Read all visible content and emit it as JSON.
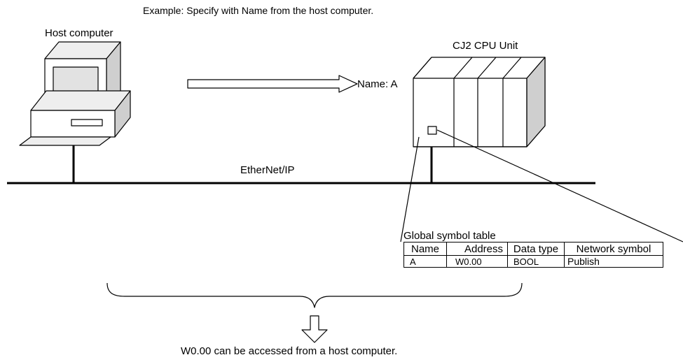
{
  "example_text": "Example: Specify with Name from the host computer.",
  "host_label": "Host computer",
  "cpu_label": "CJ2 CPU Unit",
  "name_label": "Name: A",
  "network_label": "EtherNet/IP",
  "table": {
    "title": "Global symbol table",
    "headers": [
      "Name",
      "Address",
      "Data type",
      "Network symbol"
    ],
    "row": [
      "A",
      "W0.00",
      "BOOL",
      "Publish"
    ]
  },
  "conclusion": "W0.00 can be accessed from a host computer."
}
